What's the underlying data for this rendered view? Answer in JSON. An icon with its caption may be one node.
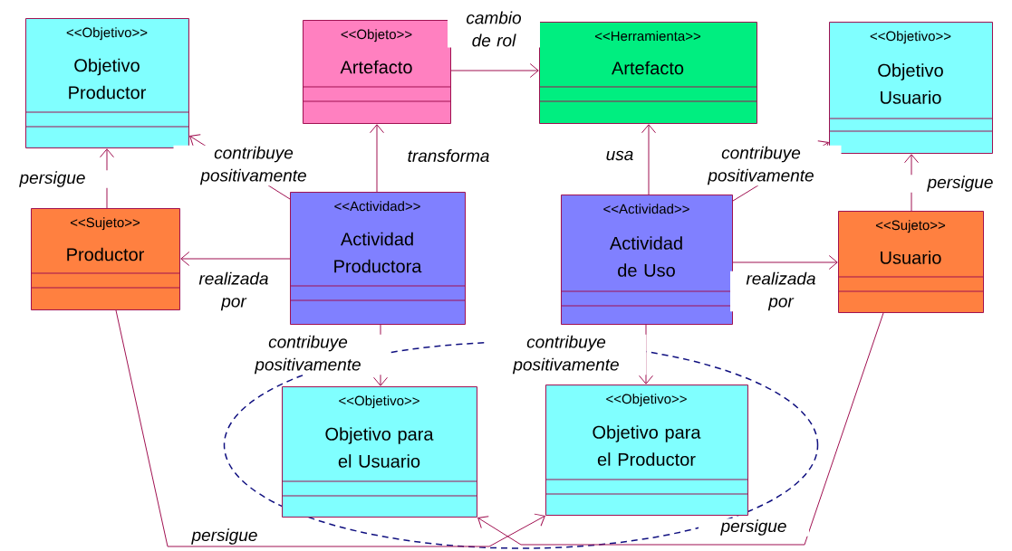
{
  "diagram": {
    "nodes": [
      {
        "text": [
          "<<Objetivo>>",
          "Objetivo Productor"
        ]
      },
      {
        "text": [
          "<<Objeto>>",
          "Artefacto"
        ]
      },
      {
        "text": [
          "<<Herramienta>>",
          "Artefacto"
        ]
      },
      {
        "text": [
          "<<Objetivo>>",
          "Objetivo Usuario"
        ]
      },
      {
        "text": [
          "<<Sujeto>>",
          "Productor"
        ]
      },
      {
        "text": [
          "<<Actividad>>",
          "Actividad Productora"
        ]
      },
      {
        "text": [
          "<<Actividad>>",
          "Actividad de Uso"
        ]
      },
      {
        "text": [
          "<<Sujeto>>",
          "Usuario"
        ]
      },
      {
        "text": [],
        "shape": "ellipse"
      },
      {
        "text": [
          "<<Objetivo>>",
          "Objetivo para el Usuario"
        ],
        "in": 8
      },
      {
        "text": [
          "<<Objetivo>>",
          "Objetivo para el Productor"
        ],
        "in": 8
      }
    ],
    "edges": [
      {
        "from": 1,
        "to": 2,
        "arrow": "to",
        "label": "cambio de rol"
      },
      {
        "from": 4,
        "to": 0,
        "arrow": "to",
        "label": "persigue"
      },
      {
        "from": 5,
        "to": 0,
        "arrow": "to",
        "label": "contribuye positivamente"
      },
      {
        "from": 5,
        "to": 1,
        "arrow": "to",
        "label": "transforma"
      },
      {
        "from": 5,
        "to": 4,
        "arrow": "to",
        "label": "realizada por"
      },
      {
        "from": 6,
        "to": 2,
        "arrow": "to",
        "label": "usa"
      },
      {
        "from": 6,
        "to": 3,
        "arrow": "to",
        "label": "contribuye positivamente"
      },
      {
        "from": 7,
        "to": 3,
        "arrow": "to",
        "label": "persigue"
      },
      {
        "from": 6,
        "to": 7,
        "arrow": "to",
        "label": "realizada por"
      },
      {
        "from": 5,
        "to": 9,
        "arrow": "to",
        "label": "contribuye positivamente"
      },
      {
        "from": 6,
        "to": 10,
        "arrow": "to",
        "label": "contribuye positivamente"
      },
      {
        "from": 4,
        "to": 10,
        "arrow": "to",
        "label": "persigue"
      },
      {
        "from": 7,
        "to": 9,
        "arrow": "to",
        "label": "persigue"
      }
    ]
  }
}
